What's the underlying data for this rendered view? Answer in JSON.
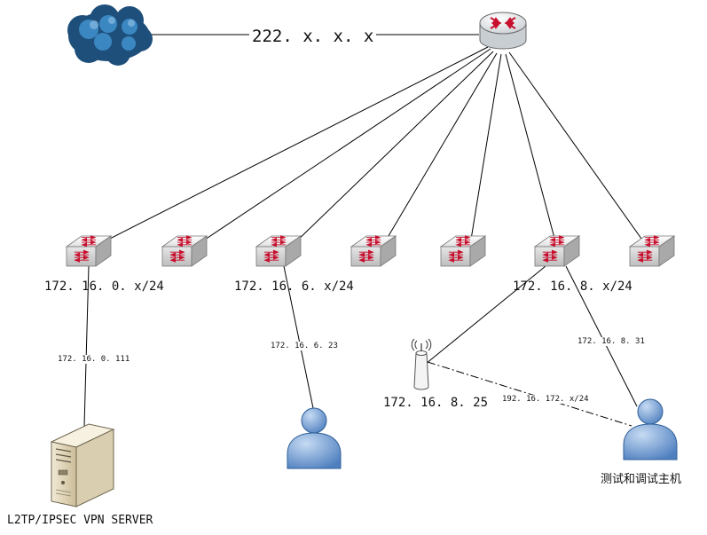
{
  "wan": {
    "ip": "222. x. x. x"
  },
  "subnets": {
    "s0": "172. 16. 0. x/24",
    "s6": "172. 16. 6. x/24",
    "s8": "172. 16. 8. x/24"
  },
  "links": {
    "server": "172. 16. 0. 111",
    "user_pc": "172. 16. 6. 23",
    "test_host": "172. 16. 8. 31",
    "wireless": "192. 16. 172. x/24"
  },
  "access_point": {
    "ip": "172. 16. 8. 25"
  },
  "test_host": {
    "label": "测试和调试主机"
  },
  "vpn_server": {
    "label": "L2TP/IPSEC VPN SERVER"
  },
  "colors": {
    "router_body": "#e8ecef",
    "switch_body": "#f2f2f2",
    "arrow_red": "#c8102e",
    "cloud_blue": "#2e6f9e",
    "person_blue": "#6f9bd1",
    "server_beige": "#e6dcc4"
  },
  "icons": [
    "cloud-icon",
    "router-icon",
    "switch-icon",
    "wireless-ap-icon",
    "user-icon",
    "server-icon"
  ]
}
